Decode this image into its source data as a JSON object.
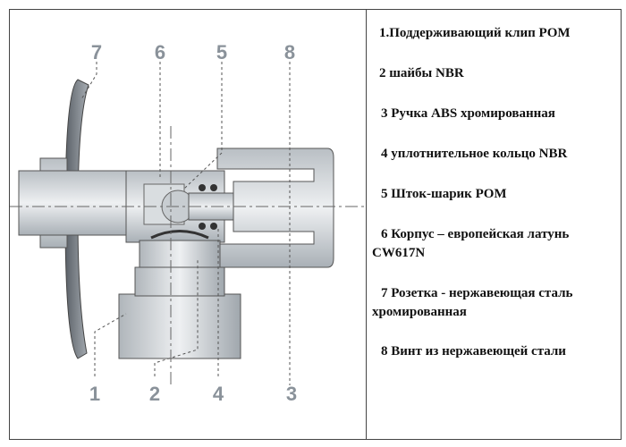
{
  "diagram": {
    "callouts_top": [
      "7",
      "6",
      "5",
      "8"
    ],
    "callouts_bottom": [
      "1",
      "2",
      "4",
      "3"
    ]
  },
  "legend": {
    "items": [
      "1.Поддерживающий клип POM",
      "2 шайбы NBR",
      "3 Ручка ABS хромированная",
      "4 уплотнительное кольцо NBR",
      "5 Шток-шарик POM",
      "6 Корпус – европейская  латунь CW617N",
      "7 Розетка - нержавеющая сталь хромированная",
      "8 Винт из нержавеющей стали"
    ]
  }
}
